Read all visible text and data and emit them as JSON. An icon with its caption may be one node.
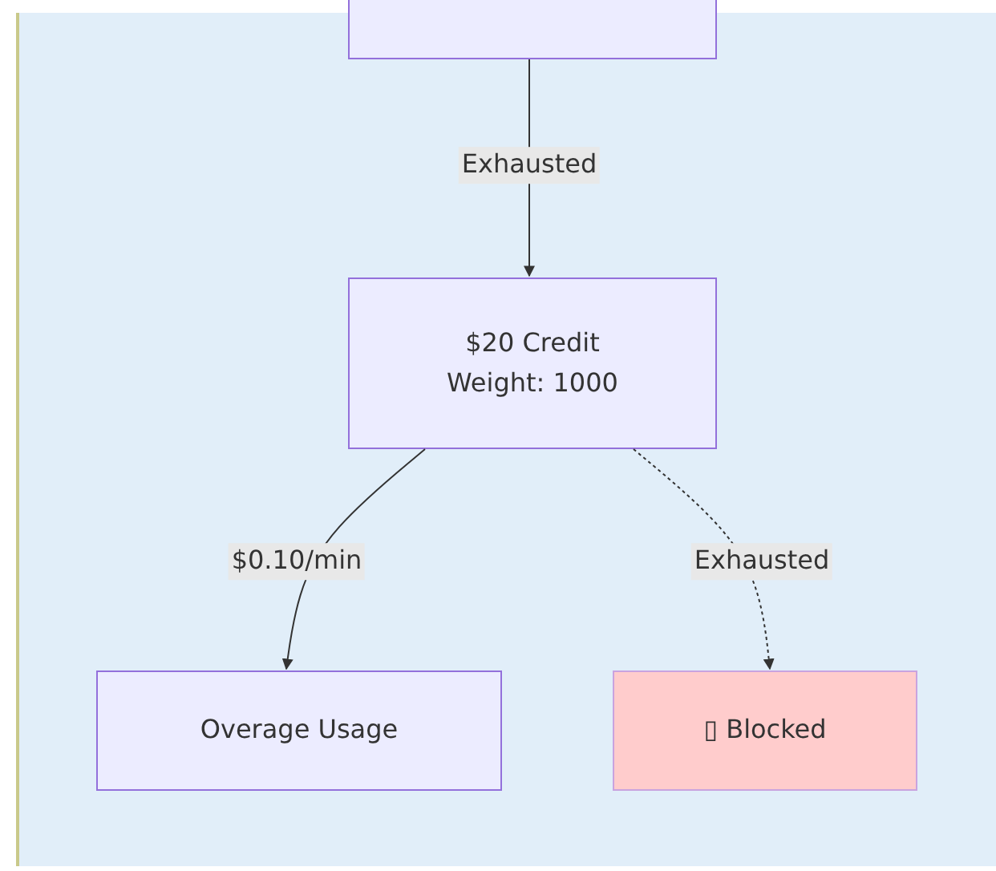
{
  "diagram": {
    "nodes": [
      {
        "text": [],
        "shape": "box"
      },
      {
        "text": [],
        "shape": "box",
        "in": 0
      },
      {
        "text": [
          "$20 Credit Weight: 1000"
        ],
        "in": 0
      },
      {
        "text": [
          "Overage Usage"
        ],
        "in": 0
      },
      {
        "text": [
          "▯ Blocked"
        ],
        "in": 0
      }
    ],
    "edges": [
      {
        "from": 1,
        "to": 2,
        "arrow": "to",
        "label": "Exhausted"
      },
      {
        "from": 2,
        "to": 3,
        "arrow": "to",
        "label": "$0.10/min"
      },
      {
        "from": 2,
        "to": 4,
        "arrow": "to",
        "label": "Exhausted",
        "style": "dashed"
      }
    ]
  }
}
